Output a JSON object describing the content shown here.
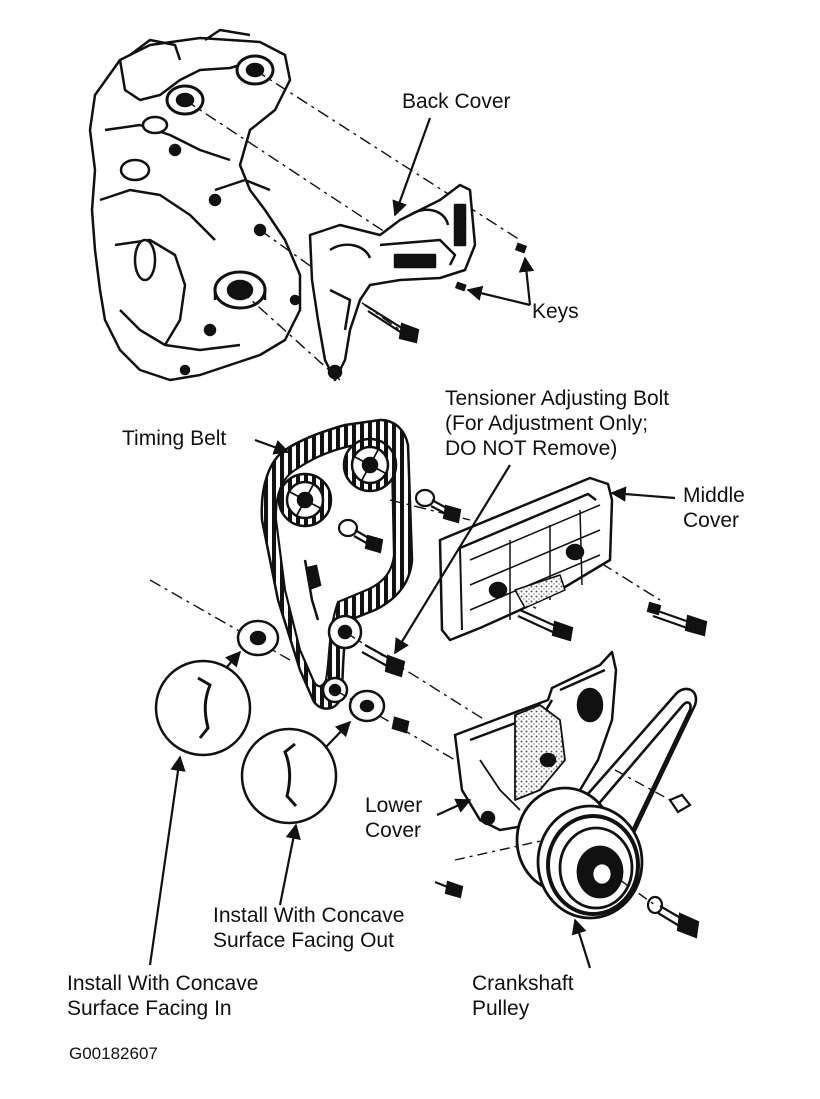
{
  "labels": {
    "back_cover": "Back Cover",
    "keys": "Keys",
    "tensioner": [
      "Tensioner Adjusting Bolt",
      "(For Adjustment Only;",
      "DO NOT Remove)"
    ],
    "timing_belt": "Timing Belt",
    "middle_cover": [
      "Middle",
      "Cover"
    ],
    "lower_cover": [
      "Lower",
      "Cover"
    ],
    "install_out": [
      "Install With Concave",
      "Surface Facing Out"
    ],
    "install_in": [
      "Install With Concave",
      "Surface Facing In"
    ],
    "crankshaft_pulley": [
      "Crankshaft",
      "Pulley"
    ]
  },
  "figure_id": "G00182607",
  "colors": {
    "ink": "#111111",
    "background": "#ffffff",
    "stipple": "#9a9a9a"
  }
}
